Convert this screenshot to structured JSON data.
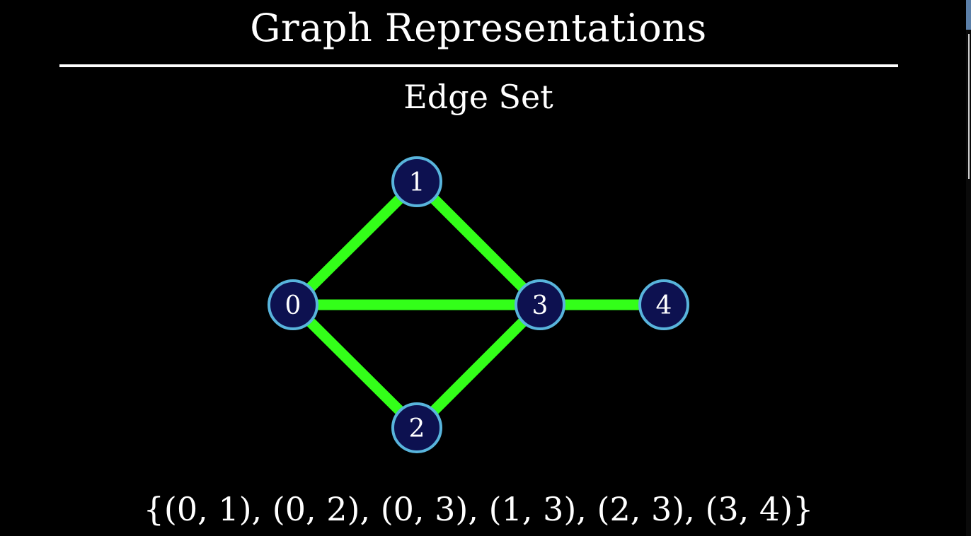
{
  "title": "Graph Representations",
  "subtitle": "Edge Set",
  "graph": {
    "nodes": [
      {
        "id": "0",
        "label": "0"
      },
      {
        "id": "1",
        "label": "1"
      },
      {
        "id": "2",
        "label": "2"
      },
      {
        "id": "3",
        "label": "3"
      },
      {
        "id": "4",
        "label": "4"
      }
    ],
    "edges": [
      [
        "0",
        "1"
      ],
      [
        "0",
        "2"
      ],
      [
        "0",
        "3"
      ],
      [
        "1",
        "3"
      ],
      [
        "2",
        "3"
      ],
      [
        "3",
        "4"
      ]
    ]
  },
  "edge_set_text": "{(0, 1), (0, 2), (0, 3), (1, 3), (2, 3), (3, 4)}",
  "colors": {
    "background": "#000000",
    "edge": "#33ff19",
    "node_fill": "#0d1150",
    "node_stroke": "#58b4dc",
    "text": "#ffffff"
  }
}
